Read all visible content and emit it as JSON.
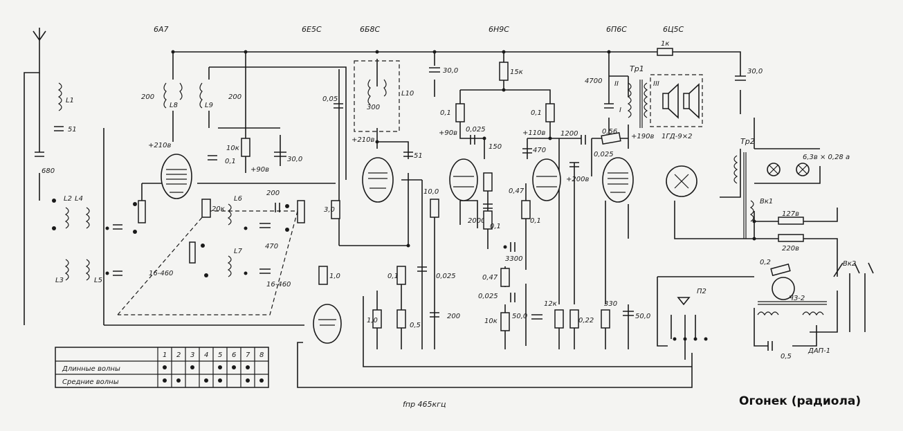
{
  "title": "Огонек (радиола)",
  "if_label": "fпр 465кгц",
  "tubes": [
    "6А7",
    "6Е5С",
    "6Б8С",
    "6Н9С",
    "6П6С",
    "6Ц5С"
  ],
  "capacitors": {
    "c_ant": "680",
    "c_l1": "51",
    "c_l8": "200",
    "c_l9": "200",
    "c_01": "0,1",
    "c_30_a": "30,0",
    "c_005": "0,05",
    "c_300": "300",
    "c_51": "51",
    "c_30_b": "30,0",
    "c_0025_a": "0,025",
    "c_150": "150",
    "c_470_a": "470",
    "c_1200": "1200",
    "c_0025_b": "0,025",
    "c_4700": "4700",
    "c_30_c": "30,0",
    "c_200_sw": "200",
    "c_470_b": "470",
    "c_2000": "2000",
    "c_3300": "3300",
    "c_0025_c": "0,025",
    "c_0025_d": "0,025",
    "c_200_b": "200",
    "c_50_a": "50,0",
    "c_50_b": "50,0",
    "c_05": "0,5",
    "c_var1": "16-460",
    "c_var2": "16-460"
  },
  "resistors": {
    "r_10k": "10к",
    "r_15k": "15к",
    "r_01_a": "0,1",
    "r_01_b": "0,1",
    "r_056": "0,56",
    "r_1k": "1к",
    "r_20k": "20к",
    "r_30": "3,0",
    "r_10": "1,0",
    "r_01_c": "0,1",
    "r_10_b": "1,0",
    "r_05": "0,5",
    "r_047_a": "0,47",
    "r_01_d": "0,1",
    "r_01_e": "0,1",
    "r_047_b": "0,47",
    "r_10k_b": "10к",
    "r_10_c": "10,0",
    "r_12k": "12к",
    "r_022": "0,22",
    "r_330": "330",
    "r_02": "0,2"
  },
  "inductors": [
    "L1",
    "L2",
    "L3",
    "L4",
    "L5",
    "L6",
    "L7",
    "L8",
    "L9",
    "L10"
  ],
  "voltages": {
    "v210_a": "+210в",
    "v90": "+90в",
    "v210_b": "+210в",
    "v90_b": "+90в",
    "v110": "+110в",
    "v190": "+190в",
    "v200": "+200в"
  },
  "misc": {
    "tr1": "Тр1",
    "tr2": "Тр2",
    "w2": "II",
    "w1": "I",
    "w3": "III",
    "speaker": "1ГД-9×2",
    "lamp": "6,3в × 0,28 а",
    "vk1": "Вк1",
    "vk2": "Вк2",
    "v127": "127в",
    "v220": "220в",
    "p2": "П2",
    "motor": "ЧЗ-2",
    "dap": "ДАП-1"
  },
  "band_table": {
    "headers": [
      "1",
      "2",
      "3",
      "4",
      "5",
      "6",
      "7",
      "8"
    ],
    "rows": [
      {
        "label": "Длинные волны",
        "marks": [
          true,
          false,
          true,
          false,
          true,
          true,
          true,
          false
        ]
      },
      {
        "label": "Средние волны",
        "marks": [
          true,
          true,
          false,
          true,
          true,
          false,
          true,
          true
        ]
      }
    ]
  },
  "colors": {
    "ink": "#1a1a1a",
    "paper": "#f4f4f2"
  }
}
